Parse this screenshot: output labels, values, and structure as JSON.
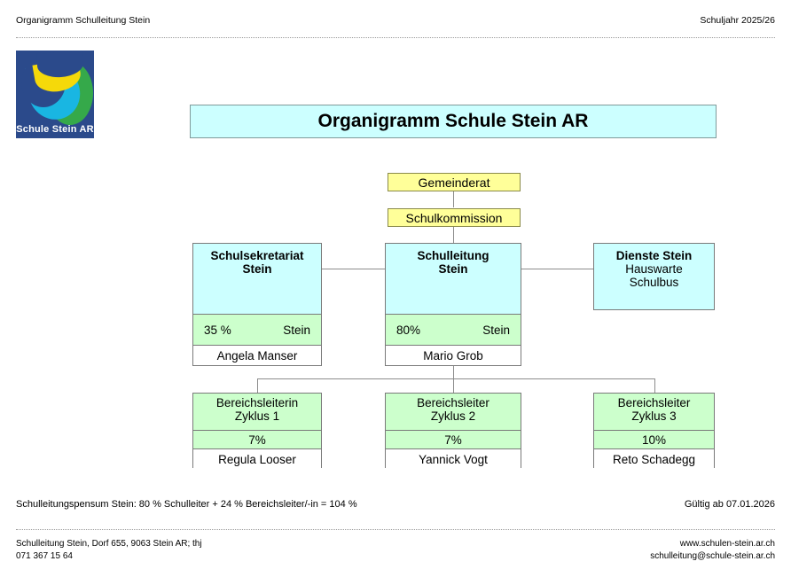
{
  "header": {
    "left": "Organigramm Schulleitung Stein",
    "right": "Schuljahr 2025/26"
  },
  "logo": {
    "text": "Schule Stein AR",
    "colors": {
      "square": "#2b4a8b",
      "crescent_yellow": "#f5d90a",
      "crescent_cyan": "#19b6e2",
      "circle_green": "#35a94a"
    }
  },
  "title": "Organigramm Schule Stein AR",
  "colors": {
    "box_cyan": "#ccffff",
    "box_green": "#ccffcc",
    "box_yellow": "#ffff99",
    "box_white": "#ffffff",
    "border": "#7a7a7a",
    "connector": "#8c8c8c"
  },
  "chart": {
    "gemeinderat": {
      "label": "Gemeinderat"
    },
    "schulkommission": {
      "label": "Schulkommission"
    },
    "schulsekretariat": {
      "title_line1": "Schulsekretariat",
      "title_line2": "Stein",
      "pct": "35 %",
      "place": "Stein",
      "person": "Angela Manser"
    },
    "schulleitung": {
      "title_line1": "Schulleitung",
      "title_line2": "Stein",
      "pct": "80%",
      "place": "Stein",
      "person": "Mario Grob"
    },
    "dienste": {
      "title": "Dienste Stein",
      "line2": "Hauswarte",
      "line3": "Schulbus"
    },
    "bereichsleiter": [
      {
        "role": "Bereichsleiterin",
        "zyklus": "Zyklus 1",
        "pct": "7%",
        "person": "Regula Looser"
      },
      {
        "role": "Bereichsleiter",
        "zyklus": "Zyklus 2",
        "pct": "7%",
        "person": "Yannick Vogt"
      },
      {
        "role": "Bereichsleiter",
        "zyklus": "Zyklus 3",
        "pct": "10%",
        "person": "Reto Schadegg"
      }
    ]
  },
  "captions": {
    "pensum": "Schulleitungspensum Stein: 80 % Schulleiter + 24 % Bereichsleiter/-in   = 104 %",
    "valid_from": "Gültig ab 07.01.2026"
  },
  "footer": {
    "address_line1": "Schulleitung Stein, Dorf 655, 9063 Stein AR; thj",
    "address_line2": "071 367 15 64",
    "web": "www.schulen-stein.ar.ch",
    "email": "schulleitung@schule-stein.ar.ch"
  }
}
